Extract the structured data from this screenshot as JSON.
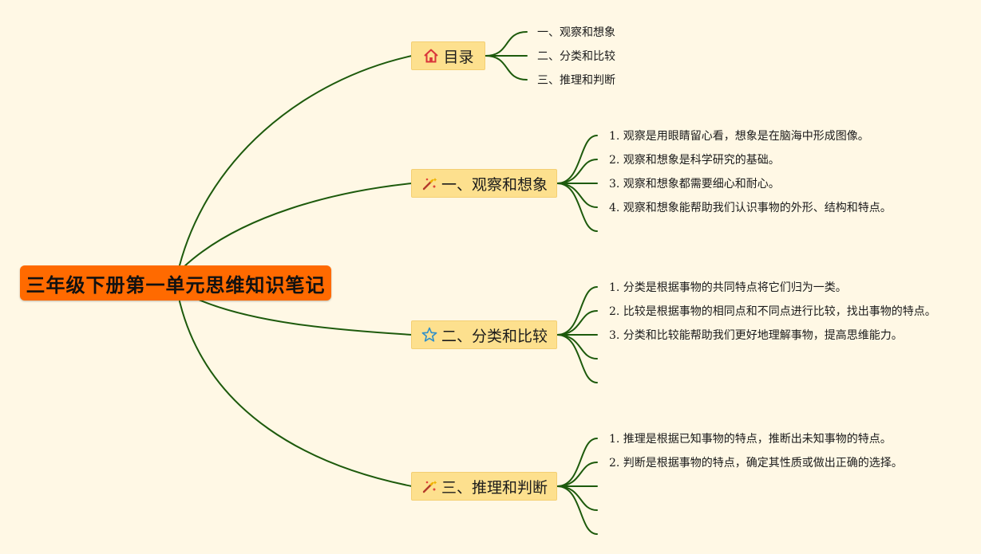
{
  "root": {
    "title": "三年级下册第一单元思维知识笔记"
  },
  "branches": [
    {
      "label": "目录",
      "icon": "home-icon",
      "items": [
        "一、观察和想象",
        "二、分类和比较",
        "三、推理和判断"
      ]
    },
    {
      "label": "一、观察和想象",
      "icon": "magic-wand-icon",
      "items": [
        "1. 观察是用眼睛留心看，想象是在脑海中形成图像。",
        "2. 观察和想象是科学研究的基础。",
        "3. 观察和想象都需要细心和耐心。",
        "4. 观察和想象能帮助我们认识事物的外形、结构和特点。"
      ]
    },
    {
      "label": "二、分类和比较",
      "icon": "star-icon",
      "items": [
        "1. 分类是根据事物的共同特点将它们归为一类。",
        "2. 比较是根据事物的相同点和不同点进行比较，找出事物的特点。",
        "3. 分类和比较能帮助我们更好地理解事物，提高思维能力。"
      ]
    },
    {
      "label": "三、推理和判断",
      "icon": "magic-wand-icon",
      "items": [
        "1. 推理是根据已知事物的特点，推断出未知事物的特点。",
        "2. 判断是根据事物的特点，确定其性质或做出正确的选择。"
      ]
    }
  ],
  "colors": {
    "root_fill": "#ff6a00",
    "topic_fill": "#fde08e",
    "connector": "#1d5a0c",
    "background": "#fff8e5"
  }
}
